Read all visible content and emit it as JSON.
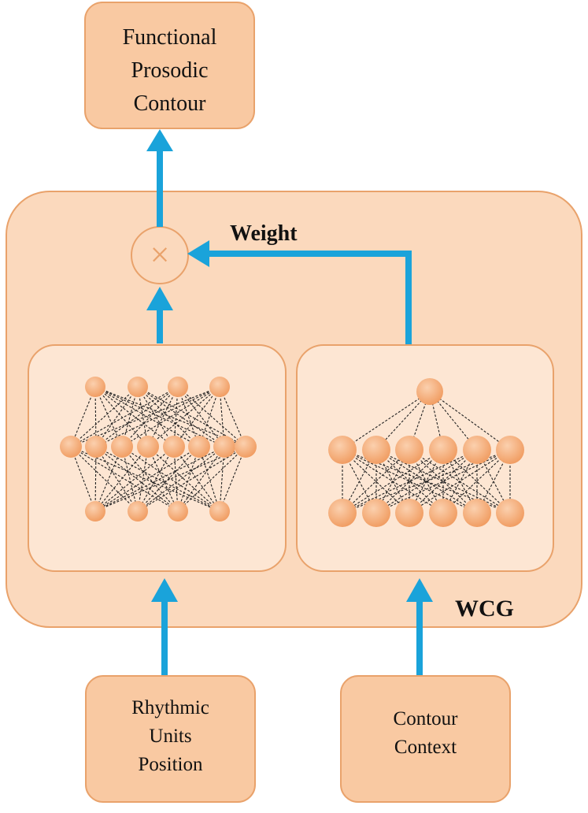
{
  "diagram": {
    "output_box": {
      "lines": [
        "Functional",
        "Prosodic",
        "Contour"
      ]
    },
    "weight_label": "Weight",
    "wcg_label": "WCG",
    "input_left": {
      "lines": [
        "Rhythmic",
        "Units",
        "Position"
      ]
    },
    "input_right": {
      "lines": [
        "Contour",
        "Context"
      ]
    },
    "multiply_symbol": "×",
    "colors": {
      "box_fill": "#F9C9A2",
      "box_stroke": "#E9A26B",
      "wcg_fill": "#FBD9BD",
      "inner_fill": "#FDE6D3",
      "node_fill": "#F6AD7A",
      "arrow": "#1AA3DA",
      "edge": "#222222"
    }
  }
}
